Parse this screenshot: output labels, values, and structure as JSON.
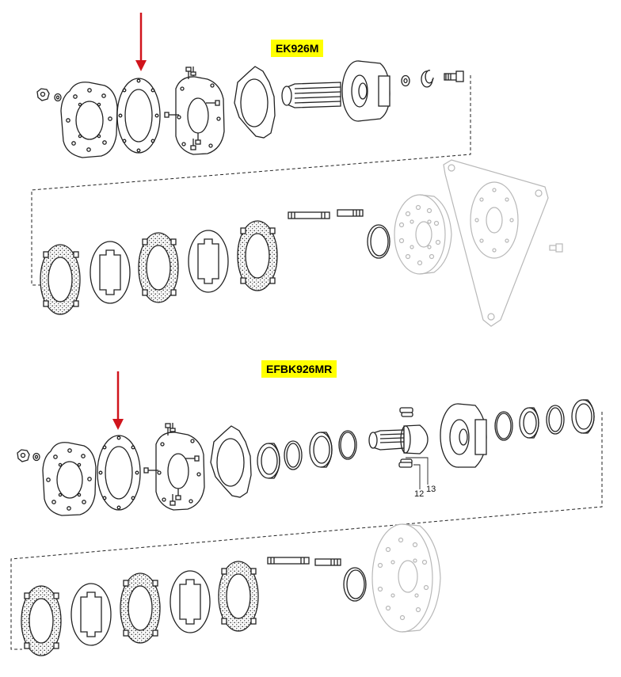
{
  "labels": {
    "top_model": "EK926M",
    "bottom_model": "EFBK926MR",
    "callout_12": "12",
    "callout_13": "13"
  },
  "colors": {
    "arrow": "#d0141c",
    "label_bg": "#ffff00",
    "line": "#222222",
    "faded_line": "#b8b8b8"
  },
  "icons": {
    "pointer": "red-down-arrow-icon"
  }
}
